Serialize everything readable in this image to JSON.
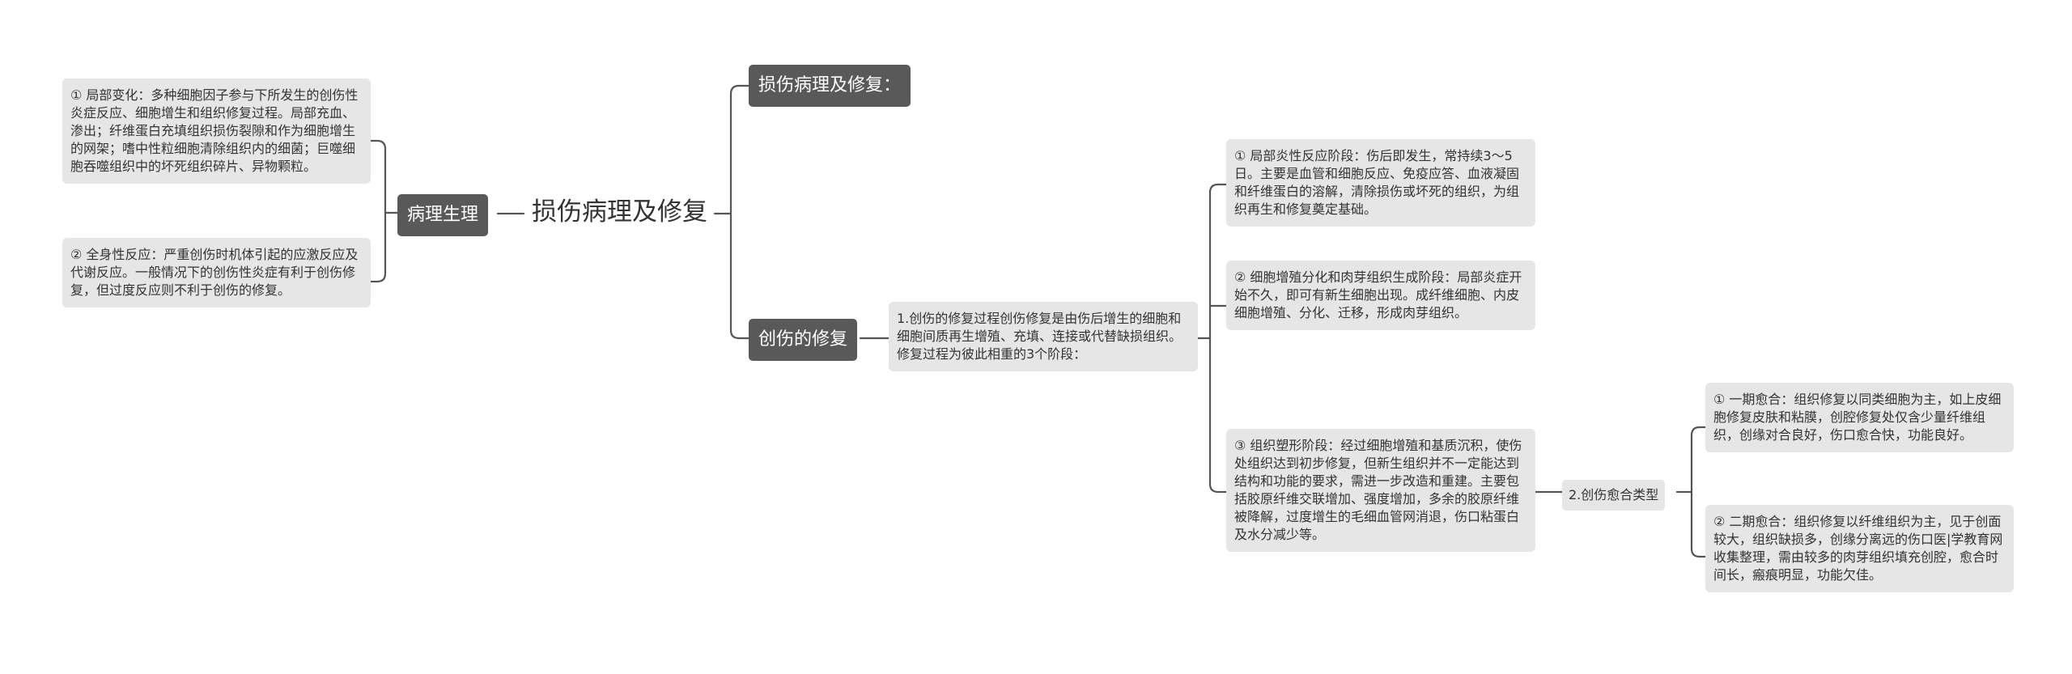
{
  "root": {
    "title": "损伤病理及修复"
  },
  "branches": {
    "pathophysiology": {
      "label": "病理生理",
      "items": [
        "① 局部变化：多种细胞因子参与下所发生的创伤性炎症反应、细胞增生和组织修复过程。局部充血、渗出；纤维蛋白充填组织损伤裂隙和作为细胞增生的网架；嗜中性粒细胞清除组织内的细菌；巨噬细胞吞噬组织中的坏死组织碎片、异物颗粒。",
        "② 全身性反应：严重创伤时机体引起的应激反应及代谢反应。一般情况下的创伤性炎症有利于创伤修复，但过度反应则不利于创伤的修复。"
      ]
    },
    "injury_repair": {
      "label": "损伤病理及修复："
    },
    "wound_repair": {
      "label": "创伤的修复",
      "process": {
        "text": "1.创伤的修复过程创伤修复是由伤后增生的细胞和细胞间质再生增殖、充填、连接或代替缺损组织。修复过程为彼此相重的3个阶段：",
        "stages": [
          "① 局部炎性反应阶段：伤后即发生，常持续3～5日。主要是血管和细胞反应、免疫应答、血液凝固和纤维蛋白的溶解，清除损伤或坏死的组织，为组织再生和修复奠定基础。",
          "② 细胞增殖分化和肉芽组织生成阶段：局部炎症开始不久，即可有新生细胞出现。成纤维细胞、内皮细胞增殖、分化、迁移，形成肉芽组织。",
          "③ 组织塑形阶段：经过细胞增殖和基质沉积，使伤处组织达到初步修复，但新生组织并不一定能达到结构和功能的要求，需进一步改造和重建。主要包括胶原纤维交联增加、强度增加，多余的胶原纤维被降解，过度增生的毛细血管网消退，伤口粘蛋白及水分减少等。"
        ]
      },
      "healing": {
        "label": "2.创伤愈合类型",
        "types": [
          "① 一期愈合：组织修复以同类细胞为主，如上皮细胞修复皮肤和粘膜，创腔修复处仅含少量纤维组织，创缘对合良好，伤口愈合快，功能良好。",
          "② 二期愈合：组织修复以纤维组织为主，见于创面较大，组织缺损多，创缘分离远的伤口医|学教育网收集整理，需由较多的肉芽组织填充创腔，愈合时间长，瘢痕明显，功能欠佳。"
        ]
      }
    }
  },
  "colors": {
    "dark_node": "#595959",
    "leaf_node": "#e6e6e6",
    "link": "#555555",
    "text": "#333333"
  }
}
